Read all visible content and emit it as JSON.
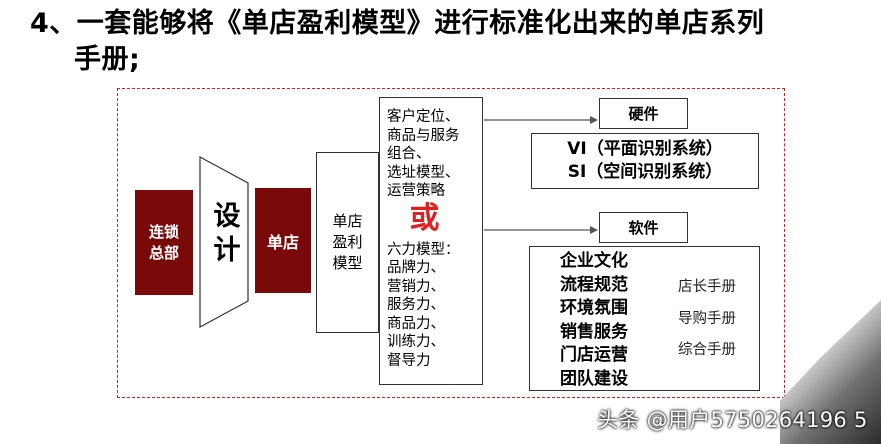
{
  "title": {
    "line1": "4、一套能够将《单店盈利模型》进行标准化出来的单店系列",
    "line2": "手册;"
  },
  "left_flow": {
    "hq_line1": "连锁",
    "hq_line2": "总部",
    "design_line1": "设",
    "design_line2": "计",
    "store": "单店",
    "model_line1": "单店",
    "model_line2": "盈利",
    "model_line3": "模型"
  },
  "options": {
    "group1": [
      "客户定位、",
      "商品与服务",
      "组合、",
      "选址模型、",
      "运营策略"
    ],
    "or_label": "或",
    "group2": [
      "六力模型：",
      "品牌力、",
      "营销力、",
      "服务力、",
      "商品力、",
      "训练力、",
      "督导力"
    ]
  },
  "hardware": {
    "label": "硬件",
    "items": [
      "VI（平面识别系统）",
      "SI（空间识别系统）"
    ]
  },
  "software": {
    "label": "软件",
    "items": [
      "企业文化",
      "流程规范",
      "环境氛围",
      "销售服务",
      "门店运营",
      "团队建设"
    ],
    "manuals": [
      "店长手册",
      "导购手册",
      "综合手册"
    ]
  },
  "watermark": "头条 @用户5750264196 5",
  "colors": {
    "dark_red": "#7a0a0a",
    "or_red": "#e02020",
    "arrow_blue": "#5b8fd6",
    "frame_red": "#d02020"
  }
}
